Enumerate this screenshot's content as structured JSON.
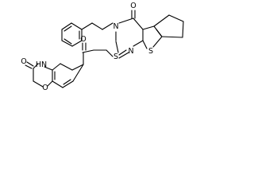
{
  "molecule": {
    "atom_labels": {
      "carbonyl_o_top": "O",
      "ring_n": "N",
      "thioether_s": "S",
      "thiophene_s": "S",
      "pyrimidine_n": "N",
      "ketone_o": "O",
      "lactam_nh": "HN",
      "lactam_o": "O",
      "ring_o": "O"
    },
    "colors": {
      "bond": "#000000",
      "label": "#000000",
      "background": "#ffffff"
    }
  }
}
